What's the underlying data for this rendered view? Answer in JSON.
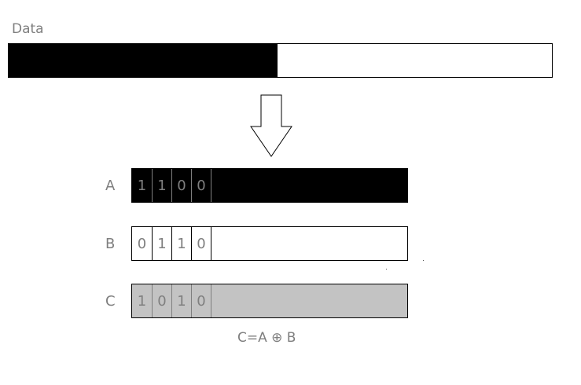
{
  "data_bar": {
    "label": "Data",
    "filled_fraction": 0.495
  },
  "registers": [
    {
      "name": "A",
      "bits": [
        "1",
        "1",
        "0",
        "0"
      ],
      "fill_color": "#000000"
    },
    {
      "name": "B",
      "bits": [
        "0",
        "1",
        "1",
        "0"
      ],
      "fill_color": "#ffffff"
    },
    {
      "name": "C",
      "bits": [
        "1",
        "0",
        "1",
        "0"
      ],
      "fill_color": "#c3c3c3"
    }
  ],
  "formula": "C=A ⊕ B",
  "colors": {
    "text_gray": "#7f7f7f",
    "black": "#000000",
    "gray_fill": "#c3c3c3"
  },
  "icons": {
    "arrow": "down-arrow-icon"
  }
}
